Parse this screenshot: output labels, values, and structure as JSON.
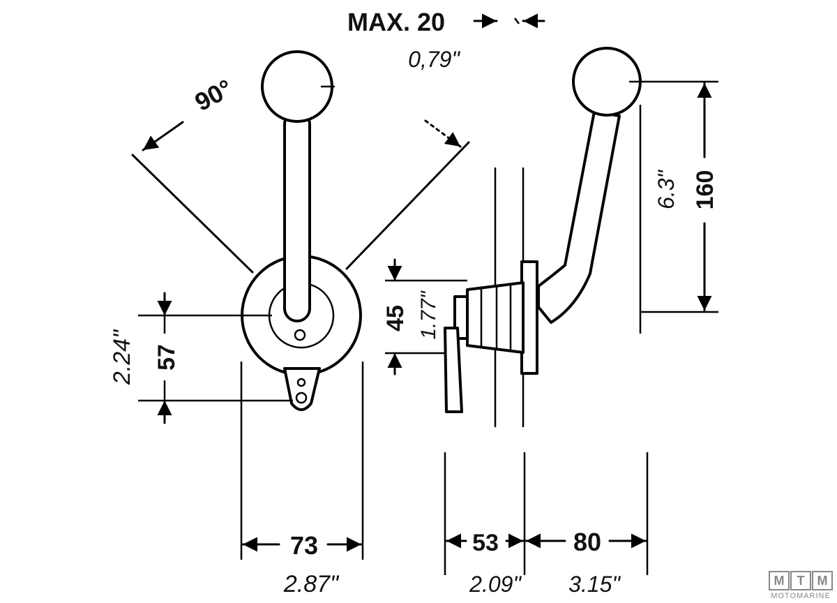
{
  "labels": {
    "max_gap": "MAX. 20",
    "max_gap_in": "0,79\"",
    "angle": "90°",
    "height_mm": "160",
    "height_in": "6.3\"",
    "hub_mm": "45",
    "hub_in": "1.77\"",
    "mount_mm": "57",
    "mount_in": "2.24\"",
    "width_mm": "73",
    "width_in": "2.87\"",
    "depth_mm": "53",
    "depth_in": "2.09\"",
    "reach_mm": "80",
    "reach_in": "3.15\""
  },
  "logo": {
    "letters": [
      "M",
      "T",
      "M"
    ],
    "word": "MOTOMARINE"
  }
}
